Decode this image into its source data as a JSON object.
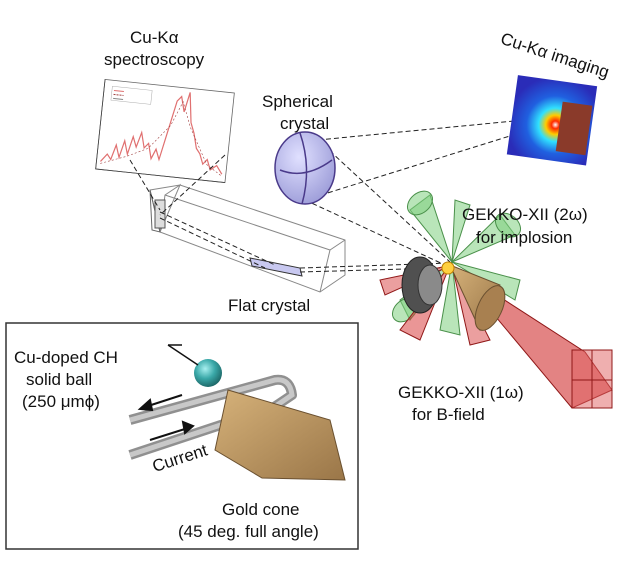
{
  "labels": {
    "cu_spectroscopy_line1": "Cu-Kα",
    "cu_spectroscopy_line2": "spectroscopy",
    "spherical_crystal_line1": "Spherical",
    "spherical_crystal_line2": "crystal",
    "cu_imaging": "Cu-Kα imaging",
    "gekko_2w_line1": "GEKKO-XII (2ω)",
    "gekko_2w_line2": "for implosion",
    "flat_crystal": "Flat crystal",
    "gekko_1w_line1": "GEKKO-XII (1ω)",
    "gekko_1w_line2": "for B-field",
    "ball_line1": "Cu-doped CH",
    "ball_line2": "solid ball",
    "ball_line3": "(250 μmϕ)",
    "current": "Current",
    "gold_cone_line1": "Gold cone",
    "gold_cone_line2": "(45 deg. full angle)"
  },
  "colors": {
    "spectrum_line": "#e07070",
    "crystal_fill": "#b8b8e8",
    "crystal_stroke": "#4a3a8a",
    "gold": "#b8955a",
    "laser_red": "#d03030",
    "laser_green": "#70c070",
    "ball": "#3aa8a8",
    "imaging_bg": "#2a3cc8"
  }
}
